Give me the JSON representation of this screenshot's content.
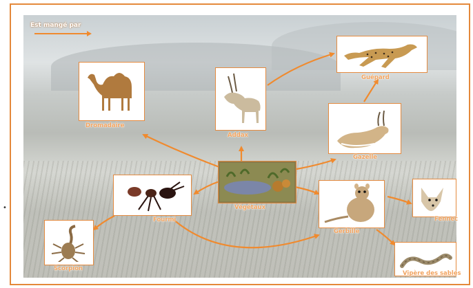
{
  "legend": {
    "text": "Est mangé par",
    "arrow_color": "#f08a2e"
  },
  "bullet": "•",
  "nodes": {
    "dromadaire": {
      "label": "Dromadaire",
      "icon": "camel-icon"
    },
    "addax": {
      "label": "Addax",
      "icon": "antelope-icon"
    },
    "guepard": {
      "label": "Guépard",
      "icon": "cheetah-icon"
    },
    "gazelle": {
      "label": "Gazelle",
      "icon": "gazelle-icon"
    },
    "vegetaux": {
      "label": "Végétaux",
      "icon": "plants-icon"
    },
    "fourmi": {
      "label": "Fourmi",
      "icon": "ant-icon"
    },
    "gerbille": {
      "label": "Gerbille",
      "icon": "gerbil-icon"
    },
    "fennec": {
      "label": "Fennec",
      "icon": "fox-icon"
    },
    "scorpion": {
      "label": "Scorpion",
      "icon": "scorpion-icon"
    },
    "vipere": {
      "label": "Vipère des sables",
      "icon": "viper-icon"
    }
  },
  "links": [
    [
      "vegetaux",
      "dromadaire"
    ],
    [
      "vegetaux",
      "addax"
    ],
    [
      "vegetaux",
      "gazelle"
    ],
    [
      "vegetaux",
      "fourmi"
    ],
    [
      "vegetaux",
      "gerbille"
    ],
    [
      "addax",
      "guepard"
    ],
    [
      "gazelle",
      "guepard"
    ],
    [
      "fourmi",
      "scorpion"
    ],
    [
      "fourmi",
      "gerbille"
    ],
    [
      "gerbille",
      "fennec"
    ],
    [
      "gerbille",
      "vipere"
    ]
  ],
  "colors": {
    "border": "#e4883a",
    "arrow": "#f08a2e",
    "label": "#f2a460"
  }
}
